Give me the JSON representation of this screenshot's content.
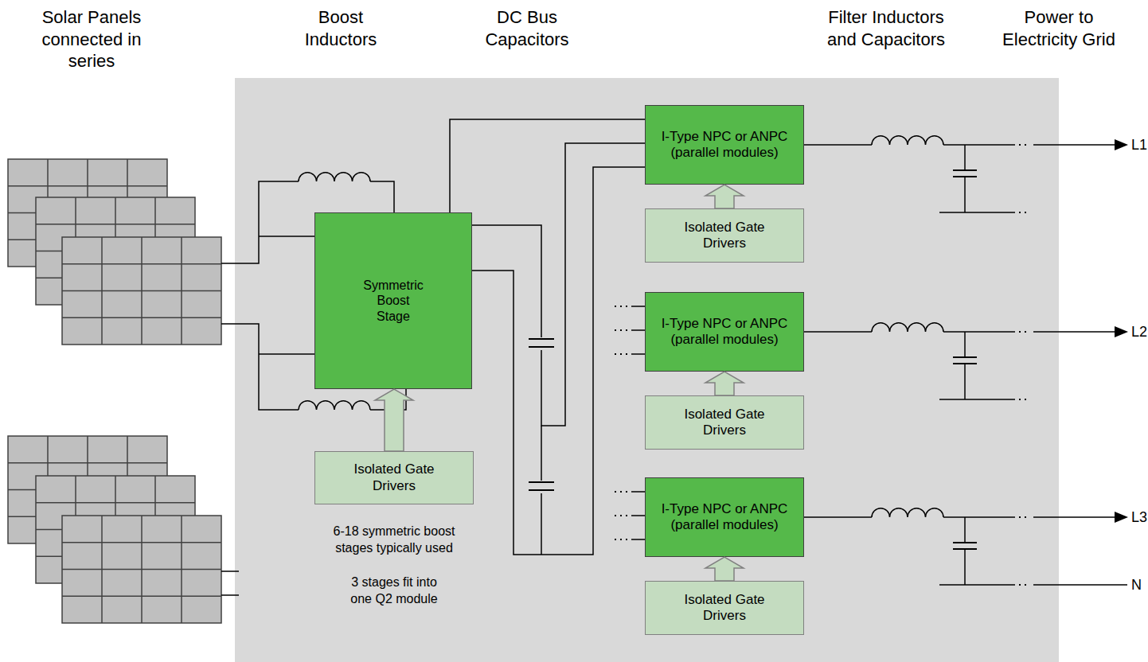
{
  "diagram": {
    "nodes": [
      {
        "text": [
          "6-18 symmetric boost stages typically used",
          "3 stages fit into one Q2 module"
        ]
      },
      {
        "text": [
          "Symmetric Boost Stage"
        ],
        "in": 0
      },
      {
        "text": [
          "Isolated Gate Drivers"
        ],
        "in": 0
      },
      {
        "text": [
          "I-Type NPC or ANPC (parallel modules)"
        ],
        "in": 0
      },
      {
        "text": [
          "Isolated Gate Drivers"
        ],
        "in": 0
      },
      {
        "text": [
          "I-Type NPC or ANPC (parallel modules)"
        ],
        "in": 0
      },
      {
        "text": [
          "Isolated Gate Drivers"
        ],
        "in": 0
      },
      {
        "text": [
          "I-Type NPC or ANPC (parallel modules)"
        ],
        "in": 0
      },
      {
        "text": [
          "Isolated Gate Drivers"
        ],
        "in": 0
      }
    ],
    "edges": [
      {
        "from": 2,
        "to": 1,
        "arrow": "to"
      },
      {
        "from": 4,
        "to": 3,
        "arrow": "to"
      },
      {
        "from": 6,
        "to": 5,
        "arrow": "to"
      },
      {
        "from": 8,
        "to": 7,
        "arrow": "to"
      },
      {
        "from": 1,
        "to": 3,
        "arrow": "none"
      },
      {
        "from": 1,
        "to": 3,
        "arrow": "none"
      },
      {
        "from": 1,
        "to": 3,
        "arrow": "none"
      }
    ],
    "labels": [
      "Solar Panels connected in series",
      "Boost Inductors",
      "DC Bus Capacitors",
      "Filter Inductors and Capacitors",
      "Power to Electricity Grid",
      "L1",
      "L2",
      "L3",
      "N"
    ]
  }
}
